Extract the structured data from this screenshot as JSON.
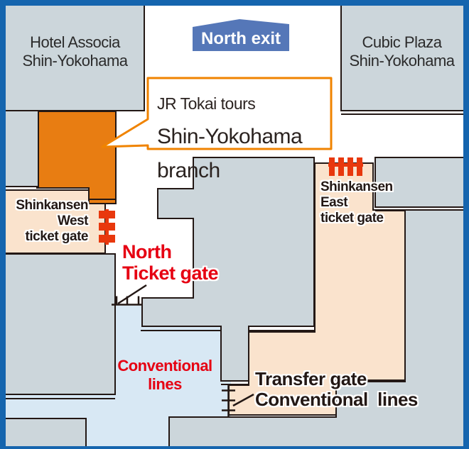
{
  "banner": {
    "label": "North exit"
  },
  "buildings": {
    "hotel_associa": {
      "label": "Hotel Associa\nShin-Yokohama"
    },
    "cubic_plaza": {
      "label": "Cubic Plaza\nShin-Yokohama"
    }
  },
  "callout": {
    "line1": "JR Tokai tours",
    "line2": "Shin-Yokohama",
    "line3": "branch"
  },
  "gates": {
    "shinkansen_west": {
      "label": "Shinkansen\nWest\nticket gate",
      "icon": "west-ticket-gate-icon"
    },
    "shinkansen_east": {
      "label": "Shinkansen\nEast\nticket gate",
      "icon": "east-ticket-gate-icon"
    },
    "north": {
      "label": "North\nTicket gate",
      "icon": "north-ticket-gate-icon"
    },
    "transfer": {
      "label": "Transfer gate\nConventional  lines",
      "icon": "transfer-gate-icon"
    }
  },
  "areas": {
    "conventional_lines": {
      "label": "Conventional\nlines"
    }
  },
  "colors": {
    "frame_blue": "#1565ae",
    "banner_blue": "#5577b8",
    "building_gray": "#ccd6db",
    "outline_dark": "#231815",
    "office_orange": "#e87d12",
    "callout_orange": "#f08300",
    "concourse_peach": "#fae3cd",
    "conventional_blue": "#d8e8f4",
    "label_red": "#e60012",
    "gate_red": "#e8380d"
  }
}
